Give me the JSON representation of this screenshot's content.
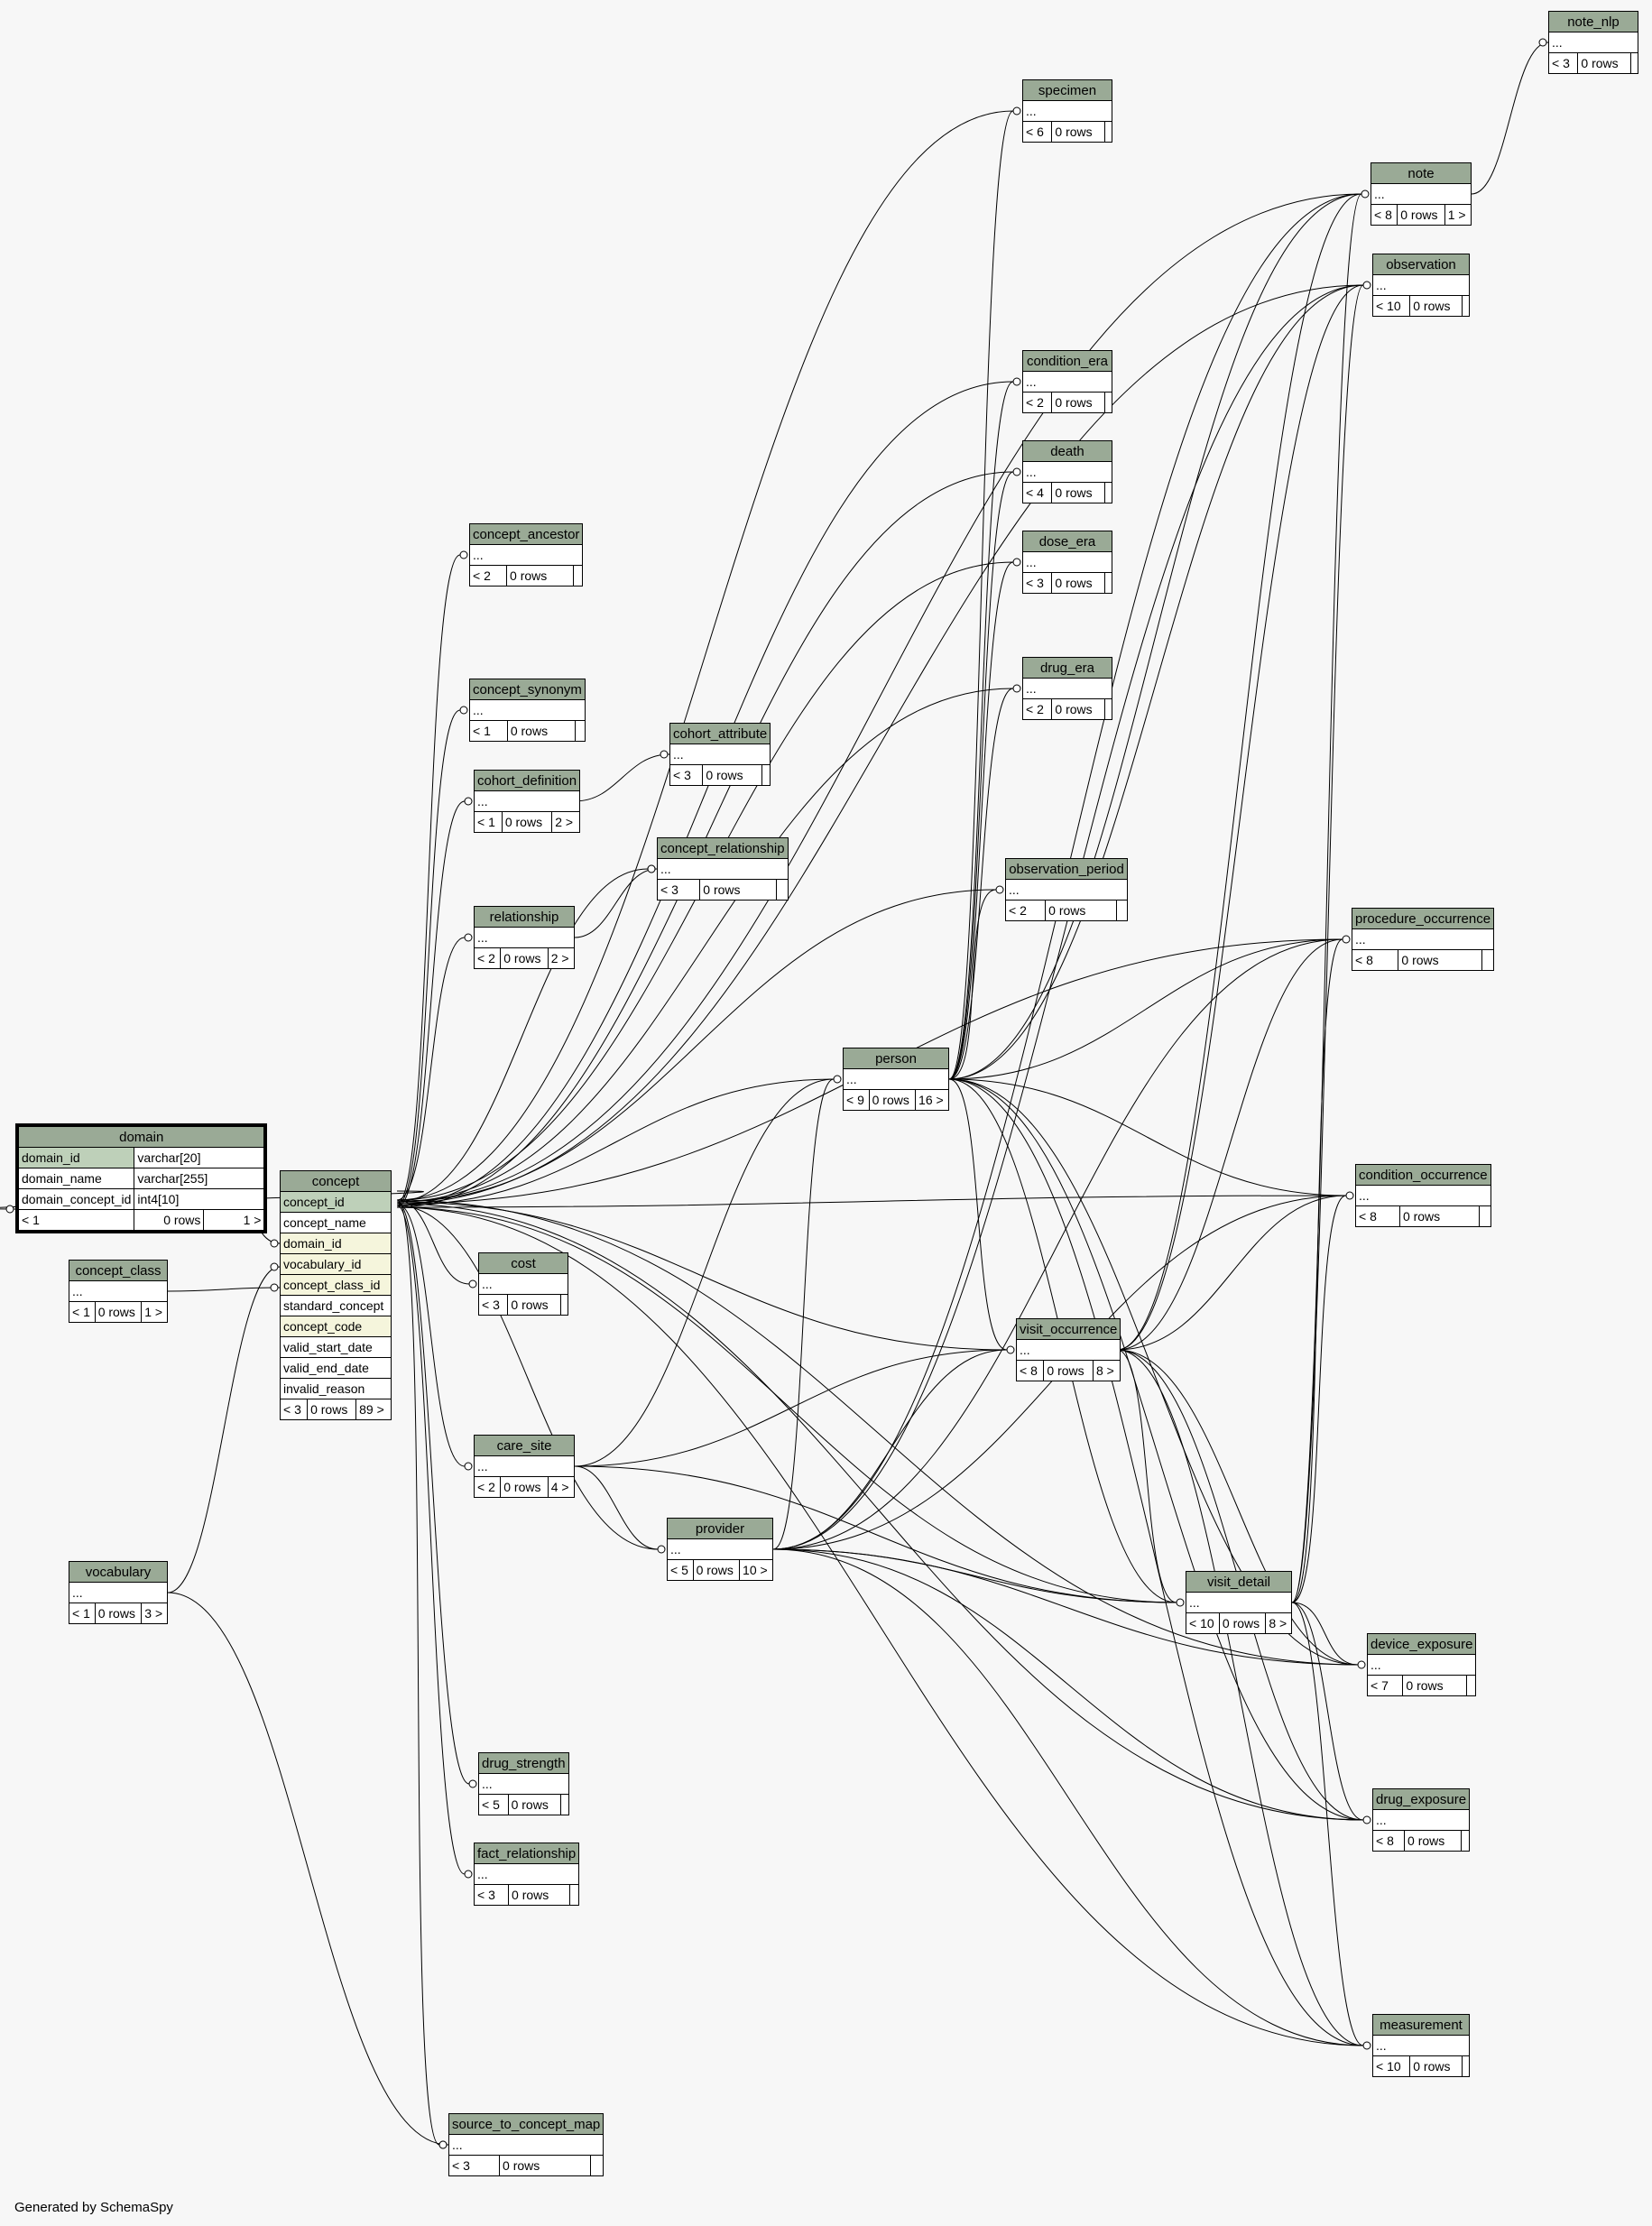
{
  "footer": "Generated by SchemaSpy",
  "domain_table": {
    "name": "domain",
    "columns": [
      {
        "name": "domain_id",
        "type": "varchar[20]",
        "key": "pk"
      },
      {
        "name": "domain_name",
        "type": "varchar[255]",
        "key": ""
      },
      {
        "name": "domain_concept_id",
        "type": "int4[10]",
        "key": ""
      }
    ],
    "footer": {
      "parents": "< 1",
      "rows": "0 rows",
      "children": "1 >"
    }
  },
  "concept_table": {
    "name": "concept",
    "columns": [
      {
        "name": "concept_id",
        "key": "pk"
      },
      {
        "name": "concept_name",
        "key": ""
      },
      {
        "name": "domain_id",
        "key": "fk"
      },
      {
        "name": "vocabulary_id",
        "key": "fk"
      },
      {
        "name": "concept_class_id",
        "key": "fk"
      },
      {
        "name": "standard_concept",
        "key": ""
      },
      {
        "name": "concept_code",
        "key": "fk"
      },
      {
        "name": "valid_start_date",
        "key": ""
      },
      {
        "name": "valid_end_date",
        "key": ""
      },
      {
        "name": "invalid_reason",
        "key": ""
      }
    ],
    "footer": {
      "parents": "< 3",
      "rows": "0 rows",
      "children": "89 >"
    }
  },
  "tables": [
    {
      "id": "note_nlp",
      "name": "note_nlp",
      "body": "...",
      "parents": "< 3",
      "rows": "0 rows",
      "children": ""
    },
    {
      "id": "specimen",
      "name": "specimen",
      "body": "...",
      "parents": "< 6",
      "rows": "0 rows",
      "children": ""
    },
    {
      "id": "note",
      "name": "note",
      "body": "...",
      "parents": "< 8",
      "rows": "0 rows",
      "children": "1 >"
    },
    {
      "id": "observation",
      "name": "observation",
      "body": "...",
      "parents": "< 10",
      "rows": "0 rows",
      "children": ""
    },
    {
      "id": "condition_era",
      "name": "condition_era",
      "body": "...",
      "parents": "< 2",
      "rows": "0 rows",
      "children": ""
    },
    {
      "id": "death",
      "name": "death",
      "body": "...",
      "parents": "< 4",
      "rows": "0 rows",
      "children": ""
    },
    {
      "id": "dose_era",
      "name": "dose_era",
      "body": "...",
      "parents": "< 3",
      "rows": "0 rows",
      "children": ""
    },
    {
      "id": "drug_era",
      "name": "drug_era",
      "body": "...",
      "parents": "< 2",
      "rows": "0 rows",
      "children": ""
    },
    {
      "id": "concept_ancestor",
      "name": "concept_ancestor",
      "body": "...",
      "parents": "< 2",
      "rows": "0 rows",
      "children": ""
    },
    {
      "id": "concept_synonym",
      "name": "concept_synonym",
      "body": "...",
      "parents": "< 1",
      "rows": "0 rows",
      "children": ""
    },
    {
      "id": "cohort_attribute",
      "name": "cohort_attribute",
      "body": "...",
      "parents": "< 3",
      "rows": "0 rows",
      "children": ""
    },
    {
      "id": "cohort_definition",
      "name": "cohort_definition",
      "body": "...",
      "parents": "< 1",
      "rows": "0 rows",
      "children": "2 >"
    },
    {
      "id": "concept_relationship",
      "name": "concept_relationship",
      "body": "...",
      "parents": "< 3",
      "rows": "0 rows",
      "children": ""
    },
    {
      "id": "observation_period",
      "name": "observation_period",
      "body": "...",
      "parents": "< 2",
      "rows": "0 rows",
      "children": ""
    },
    {
      "id": "relationship",
      "name": "relationship",
      "body": "...",
      "parents": "< 2",
      "rows": "0 rows",
      "children": "2 >"
    },
    {
      "id": "procedure_occurrence",
      "name": "procedure_occurrence",
      "body": "...",
      "parents": "< 8",
      "rows": "0 rows",
      "children": ""
    },
    {
      "id": "person",
      "name": "person",
      "body": "...",
      "parents": "< 9",
      "rows": "0 rows",
      "children": "16 >"
    },
    {
      "id": "condition_occurrence",
      "name": "condition_occurrence",
      "body": "...",
      "parents": "< 8",
      "rows": "0 rows",
      "children": ""
    },
    {
      "id": "concept_class",
      "name": "concept_class",
      "body": "...",
      "parents": "< 1",
      "rows": "0 rows",
      "children": "1 >"
    },
    {
      "id": "cost",
      "name": "cost",
      "body": "...",
      "parents": "< 3",
      "rows": "0 rows",
      "children": ""
    },
    {
      "id": "visit_occurrence",
      "name": "visit_occurrence",
      "body": "...",
      "parents": "< 8",
      "rows": "0 rows",
      "children": "8 >"
    },
    {
      "id": "care_site",
      "name": "care_site",
      "body": "...",
      "parents": "< 2",
      "rows": "0 rows",
      "children": "4 >"
    },
    {
      "id": "provider",
      "name": "provider",
      "body": "...",
      "parents": "< 5",
      "rows": "0 rows",
      "children": "10 >"
    },
    {
      "id": "vocabulary",
      "name": "vocabulary",
      "body": "...",
      "parents": "< 1",
      "rows": "0 rows",
      "children": "3 >"
    },
    {
      "id": "visit_detail",
      "name": "visit_detail",
      "body": "...",
      "parents": "< 10",
      "rows": "0 rows",
      "children": "8 >"
    },
    {
      "id": "device_exposure",
      "name": "device_exposure",
      "body": "...",
      "parents": "< 7",
      "rows": "0 rows",
      "children": ""
    },
    {
      "id": "drug_strength",
      "name": "drug_strength",
      "body": "...",
      "parents": "< 5",
      "rows": "0 rows",
      "children": ""
    },
    {
      "id": "drug_exposure",
      "name": "drug_exposure",
      "body": "...",
      "parents": "< 8",
      "rows": "0 rows",
      "children": ""
    },
    {
      "id": "fact_relationship",
      "name": "fact_relationship",
      "body": "...",
      "parents": "< 3",
      "rows": "0 rows",
      "children": ""
    },
    {
      "id": "measurement",
      "name": "measurement",
      "body": "...",
      "parents": "< 10",
      "rows": "0 rows",
      "children": ""
    },
    {
      "id": "source_to_concept_map",
      "name": "source_to_concept_map",
      "body": "...",
      "parents": "< 3",
      "rows": "0 rows",
      "children": ""
    }
  ]
}
